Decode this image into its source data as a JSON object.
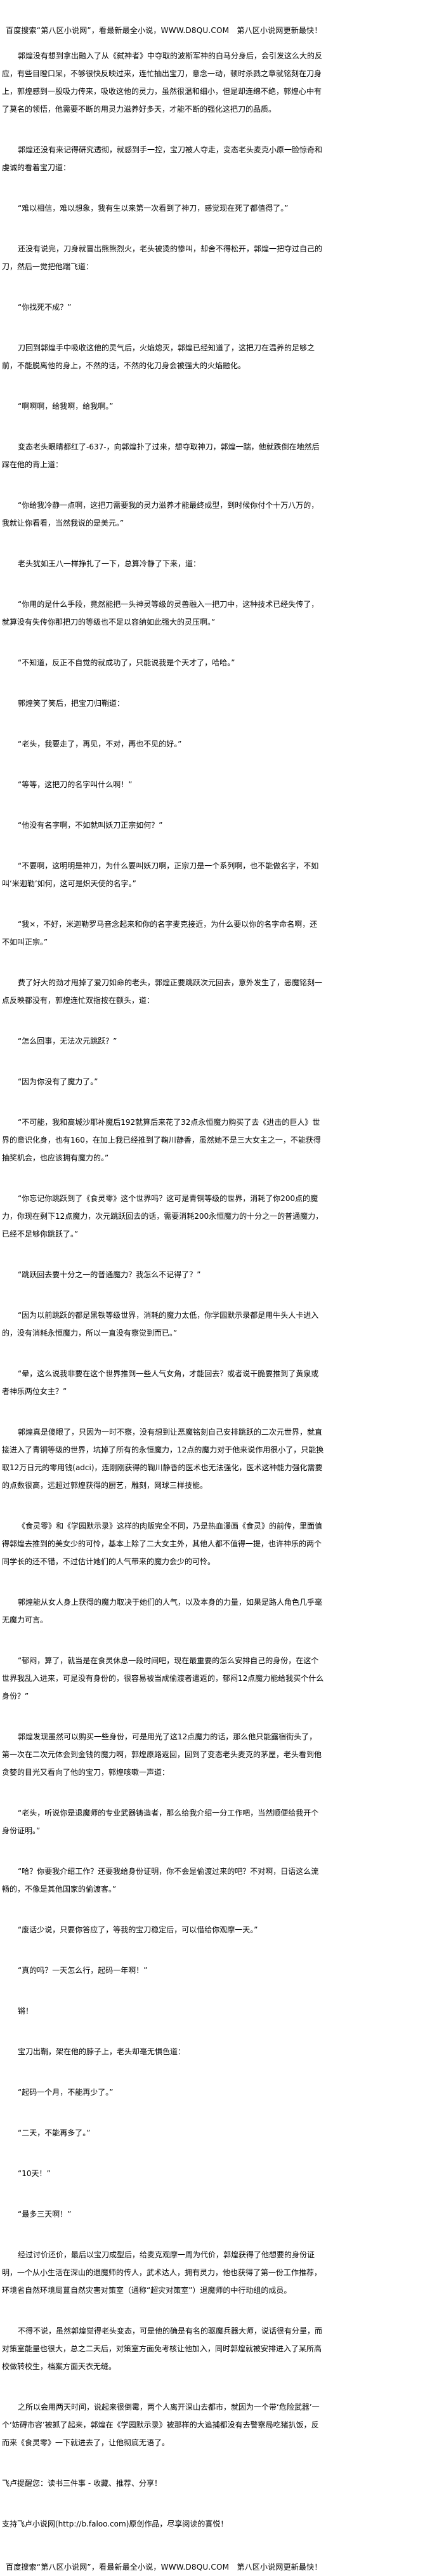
{
  "header": {
    "banner": "百度搜索“第八区小说网”，看最新最全小说，WWW.D8QU.COM　第八区小说网更新最快！"
  },
  "chapter": {
    "paragraphs": [
      "郭煌没有想到拿出融入了从《弑神者》中夺取的波斯军神的白马分身后，会引发这么大的反应，有些目瞪口呆，不够很快反映过来，连忙抽出宝刀，意念一动，顿时杀戮之章就铭刻在刀身上，郭煌感到一股吸力传来，吸收这他的灵力，虽然很温和细小，但是却连绵不绝，郭煌心中有了莫名的领悟，他需要不断的用灵力滋养好多天，才能不断的强化这把刀的品质。",
      "郭煌还没有来记得研究透彻，就感到手一控，宝刀被人夺走，变态老头麦克小原一脸惊奇和虔诚的看着宝刀道：",
      "“难以相信，难以想象，我有生以来第一次看到了神刀，感觉现在死了都值得了。”",
      "还没有说完，刀身就冒出熊熊烈火，老头被烫的惨叫，却舍不得松开，郭煌一把夺过自己的刀，然后一觉把他踹飞道：",
      "“你找死不成？”",
      "刀回到郭煌手中吸收这他的灵气后，火焰熄灭，郭煌已经知道了，这把刀在温养的足够之前，不能脱离他的身上，不然的话，不然的化刀身会被强大的火焰融化。",
      "“啊啊啊，给我啊，给我啊。”",
      "变态老头眼睛都红了-637-，向郭煌扑了过来，想夺取神刀，郭煌一踹，他就跌倒在地然后踩在他的背上道：",
      "“你给我冷静一点啊，这把刀需要我的灵力滋养才能最终成型，到时候你付个十万八万的，我就让你看看，当然我说的是美元。”",
      "老头犹如王八一样挣扎了一下，总算冷静了下来，道：",
      "“你用的是什么手段，竟然能把一头神灵等级的灵兽融入一把刀中，这种技术已经失传了，就算没有失传你那把刀的等级也不足以容纳如此强大的灵压啊。”",
      "“不知道，反正不自觉的就成功了，只能说我是个天才了，哈哈。”",
      "郭煌笑了笑后，把宝刀归鞘道：",
      "“老头，我要走了，再见，不对，再也不见的好。”",
      "“等等，这把刀的名字叫什么啊！”",
      "“他没有名字啊，不如就叫妖刀正宗如何？”",
      "“不要啊，这明明是神刀，为什么要叫妖刀啊，正宗刀是一个系列啊，也不能做名字，不如叫‘米迦勒’如何，这可是炽天使的名字。”",
      "“我×，不好，米迦勒罗马音念起来和你的名字麦克接近，为什么要以你的名字命名啊，还不如叫正宗。”",
      "费了好大的劲才甩掉了爱刀如命的老头，郭煌正要跳跃次元回去，意外发生了，恶魔铭刻一点反映都没有，郭煌连忙双指按在额头，道：",
      "“怎么回事，无法次元跳跃？”",
      "“因为你没有了魔力了。”",
      "“不可能，我和高城沙耶补魔后192就算后来花了32点永恒魔力购买了去《进击的巨人》世界的意识化身，也有160，在加上我已经推到了鞠川静香，虽然她不是三大女主之一，不能获得抽奖机会，也应该拥有魔力的。”",
      "“你忘记你跳跃到了《食灵零》这个世界吗？这可是青铜等级的世界，消耗了你200点的魔力，你现在剩下12点魔力，次元跳跃回去的话，需要消耗200永恒魔力的十分之一的普通魔力，已经不足够你跳跃了。”",
      "“跳跃回去要十分之一的普通魔力？我怎么不记得了？”",
      "“因为以前跳跃的都是黑铁等级世界，消耗的魔力太低，你学园默示录都是用牛头人卡进入的，没有消耗永恒魔力，所以一直没有察觉到而已。”",
      "“晕，这么说我非要在这个世界推到一些人气女角，才能回去？或者说干脆要推到了黄泉或者神乐两位女主？”",
      "郭煌真是傻眼了，只因为一时不察，没有想到让恶魔铭刻自己安排跳跃的二次元世界，就直接进入了青铜等级的世界，坑掉了所有的永恒魔力，12点的魔力对于他来说作用很小了，只能换取12万日元的零用钱(adci)，连刚刚获得的鞠川静香的医术也无法强化，医术这种能力强化需要的点数很高，远超过郭煌获得的厨艺，雕刻，网球三样技能。",
      "《食灵零》和《学园默示录》这样的肉贩完全不同，乃是热血漫画《食灵》的前传，里面值得郭煌去推到的美女少的可怜，基本上除了二大女主外，其他人都不值得一提，也许神乐的两个同学长的还不错，不过估计她们的人气带来的魔力会少的可怜。",
      "郭煌能从女人身上获得的魔力取决于她们的人气，以及本身的力量，如果是路人角色几乎毫无魔力可言。",
      "“郁闷，算了，就当是在食灵休息一段时间吧，现在最重要的怎么安排自己的身份，在这个世界我乱入进来，可是没有身份的，很容易被当成偷渡者遣返的，郁闷12点魔力能给我买个什么身份？”",
      "郭煌发现虽然可以购买一些身份，可是用光了这12点魔力的话，那么他只能露宿街头了，第一次在二次元体会到金钱的魔力啊，郭煌原路返回，回到了变态老头麦克的茅屋，老头看到他贪婪的目光又看向了他的宝刀，郭煌咳嗽一声道：",
      "“老头，听说你是退魔师的专业武器铸造者，那么给我介绍一分工作吧，当然顺便给我开个身份证明。”",
      "“哈？你要我介绍工作？还要我给身份证明，你不会是偷渡过来的吧？不对啊，日语这么流畅的，不像是其他国家的偷渡客。”",
      "“废话少说，只要你答应了，等我的宝刀稳定后，可以借给你观摩一天。”",
      "“真的吗？一天怎么行，起码一年啊！”",
      "锵！",
      "宝刀出鞘，架在他的脖子上，老头却毫无惧色道：",
      "“起码一个月，不能再少了。”",
      "“二天，不能再多了。”",
      "“10天！”",
      "“最多三天啊！”",
      "经过讨价还价，最后以宝刀成型后，给麦克观摩一周为代价，郭煌获得了他想要的身份证明，一个从小生活在深山的退魔师的传人，武术达人，拥有灵力，他也获得了第一份工作推荐，环境省自然环境局蒀自然灾害对策室（通称“超灾对策室”）退魔师的中行动组的成员。",
      "不得不说，虽然郭煌觉得老头变态，可是他的确是有名的驱魔兵器大师，说话很有分量，而对策室能量也很大，总之二天后，对策室方面免考核让他加入，同时郭煌就被安排进入了某所高校做转校生，档案方面天衣无缝。",
      "之所以会用两天时间，说起来很倒霉，两个人离开深山去都市，就因为一个带‘危险武器’一个‘妨碍市容’被抓了起来，郭煌在《学园默示录》被那样的大追捕都没有去警察局吃猪扒饭，反而来《食灵零》一下就进去了，让他彻底无语了。"
    ]
  },
  "footer": {
    "reminder": "飞卢提醒您：读书三件事 - 收藏、推荐、分享！",
    "support": "支持飞卢小说网(http://b.faloo.com)原创作品，尽享阅读的喜悦！",
    "banner": "百度搜索“第八区小说网”，看最新最全小说，WWW.D8QU.COM　第八区小说网更新最快！"
  }
}
